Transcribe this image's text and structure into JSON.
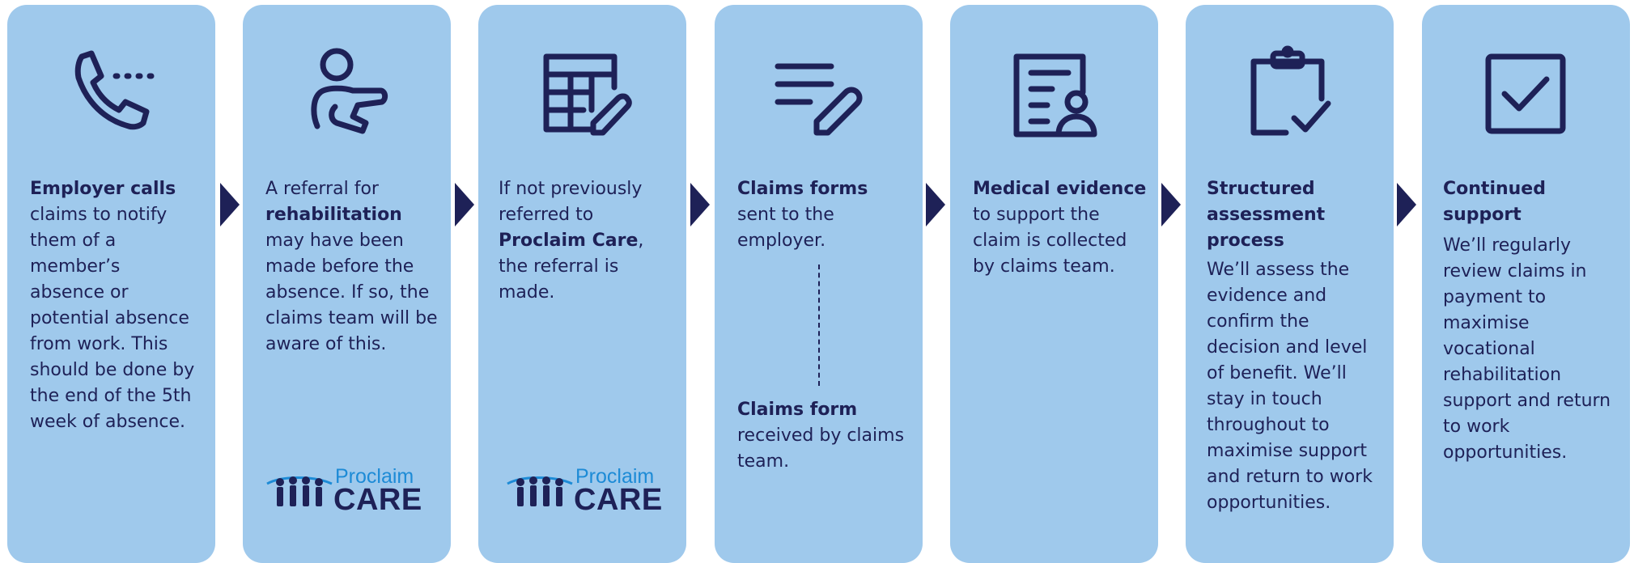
{
  "colors": {
    "card": "#9fc9ec",
    "ink": "#1e2157",
    "logo_blue": "#1d8bd6"
  },
  "steps": [
    {
      "icon": "phone-call-icon",
      "bold": "Employer calls",
      "text": " claims to notify them of a member’s absence or potential absence from work. This should be done by the end of the 5th week of absence."
    },
    {
      "icon": "person-pointing-icon",
      "pre": "A referral for ",
      "bold": "rehabilitation",
      "text": " may have been made before the absence. If so, the claims team will be aware of this.",
      "logo": {
        "top": "Proclaim",
        "bottom": "CARE"
      }
    },
    {
      "icon": "form-edit-icon",
      "pre": "If not previously referred to ",
      "bold": "Proclaim Care",
      "text": ", the referral is made.",
      "logo": {
        "top": "Proclaim",
        "bottom": "CARE"
      }
    },
    {
      "icon": "list-pencil-icon",
      "bold": "Claims forms",
      "text": " sent to the employer.",
      "sub_bold": "Claims form",
      "sub_text": " received by claims team."
    },
    {
      "icon": "medical-document-icon",
      "bold": "Medical evidence",
      "text": " to support the claim is collected by claims team."
    },
    {
      "icon": "clipboard-check-icon",
      "bold": "Structured assessment process",
      "text": "We’ll assess the evidence and confirm the decision and level of benefit. We’ll stay in touch throughout to maximise support and return to work opportunities."
    },
    {
      "icon": "checkbox-icon",
      "bold": "Continued support",
      "text": "We’ll regularly review claims in payment to maximise vocational rehabilitation support and return to work opportunities."
    }
  ]
}
